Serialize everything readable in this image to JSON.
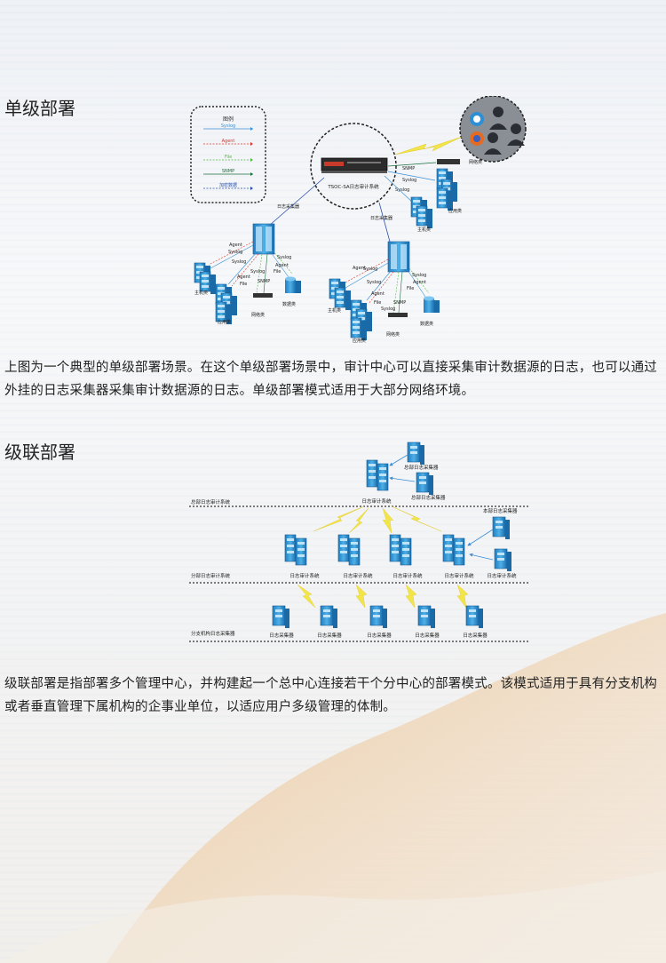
{
  "single": {
    "heading": "单级部署",
    "legend": {
      "title": "图例",
      "items": [
        {
          "label": "Syslog",
          "color": "#3a8fd6"
        },
        {
          "label": "Agent",
          "color": "#d9352b"
        },
        {
          "label": "File",
          "color": "#58b848"
        },
        {
          "label": "SNMP",
          "color": "#1b6e3c"
        },
        {
          "label": "加密数据",
          "color": "#2a4fa8"
        }
      ]
    },
    "center_label": "TSOC-SA日志审计系统",
    "labels": {
      "collector": "日志采集器",
      "syslog": "Syslog",
      "agent": "Agent",
      "file": "File",
      "snmp": "SNMP",
      "host": "主机类",
      "app": "应用类",
      "network": "网络类",
      "database": "数据类"
    },
    "paragraph": "上图为一个典型的单级部署场景。在这个单级部署场景中，审计中心可以直接采集审计数据源的日志，也可以通过外挂的日志采集器采集审计数据源的日志。单级部署模式适用于大部分网络环境。"
  },
  "cascade": {
    "heading": "级联部署",
    "tier_labels": {
      "top": "总部日志审计系统",
      "mid": "分部日志审计系统",
      "bottom": "分支机构日志采集器"
    },
    "top_system": "日志审计系统",
    "top_collector": "总部日志采集器",
    "branch_collector": "本部日志采集器",
    "mid_system": "日志审计系统",
    "collector": "日志采集器",
    "paragraph": "级联部署是指部署多个管理中心，并构建起一个总中心连接若干个分中心的部署模式。该模式适用于具有分支机构或者垂直管理下属机构的企事业单位，以适应用户多级管理的体制。"
  }
}
